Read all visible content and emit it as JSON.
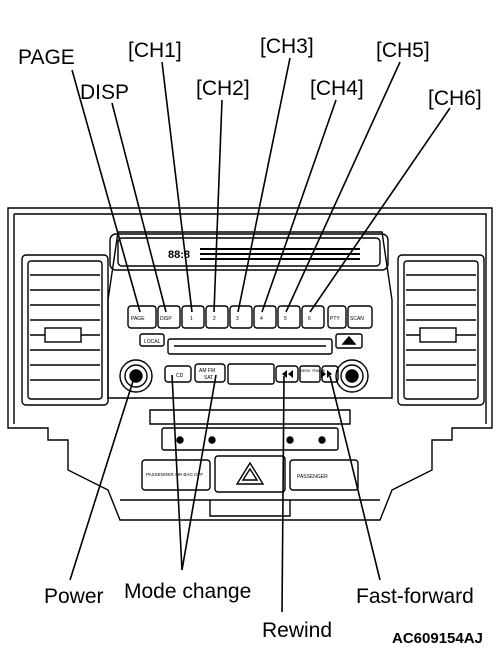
{
  "callouts": {
    "page": "PAGE",
    "disp": "DISP",
    "ch1": "[CH1]",
    "ch2": "[CH2]",
    "ch3": "[CH3]",
    "ch4": "[CH4]",
    "ch5": "[CH5]",
    "ch6": "[CH6]",
    "power": "Power",
    "mode_change": "Mode change",
    "rewind": "Rewind",
    "fast_forward": "Fast-forward"
  },
  "figure_code": "AC609154AJ",
  "panel": {
    "buttons": {
      "page": "PAGE",
      "disp": "DISP",
      "ch1": "1",
      "ch2": "2",
      "ch3": "3",
      "ch4": "4",
      "ch5": "5",
      "ch6": "6",
      "pty": "PTY",
      "scan": "SCAN",
      "local": "LOCAL",
      "cd": "CD",
      "am_fm": "AM FM",
      "sat": "SAT",
      "seek_track": "SEEK TRACK",
      "passenger_airbag_off": "PASSENGER AIR BAG OFF",
      "passenger": "PASSENGER"
    },
    "display": {
      "segment_readout": "88:8"
    }
  }
}
